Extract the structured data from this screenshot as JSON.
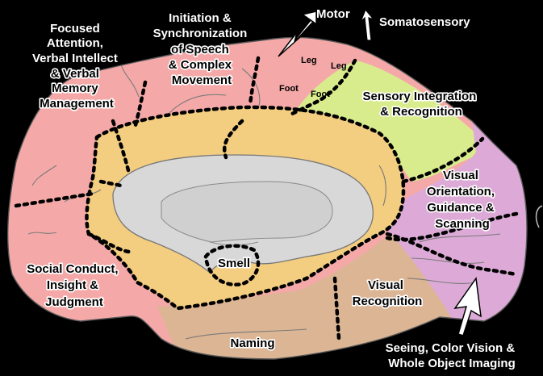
{
  "colors": {
    "background": "#000000",
    "frontal": "#f4a9a8",
    "sensory": "#d9ec8d",
    "occipital": "#ddaad8",
    "limbic": "#f3cd80",
    "temporal": "#dcb594",
    "ventricle": "#d8d8d8",
    "ventricle_outline": "#777777",
    "arrow": "#ffffff"
  },
  "labels": {
    "focused": [
      "Focused",
      "Attention,",
      "Verbal Intellect",
      "& Verbal",
      "Memory",
      "Management"
    ],
    "initiation": [
      "Initiation &",
      "Synchronization",
      "of Speech",
      "& Complex",
      "Movement"
    ],
    "motor": "Motor",
    "somatosensory": "Somatosensory",
    "leg_motor": "Leg",
    "leg_sensory": "Leg",
    "foot_motor": "Foot",
    "foot_sensory": "Foot",
    "sensory_integration": [
      "Sensory Integration",
      "& Recognition"
    ],
    "visual_orientation": [
      "Visual",
      "Orientation,",
      "Guidance &",
      "Scanning"
    ],
    "social": [
      "Social Conduct,",
      "Insight &",
      "Judgment"
    ],
    "smell": "Smell",
    "visual_recognition": [
      "Visual",
      "Recognition"
    ],
    "naming": "Naming",
    "seeing": [
      "Seeing, Color Vision &",
      "Whole Object Imaging"
    ]
  }
}
